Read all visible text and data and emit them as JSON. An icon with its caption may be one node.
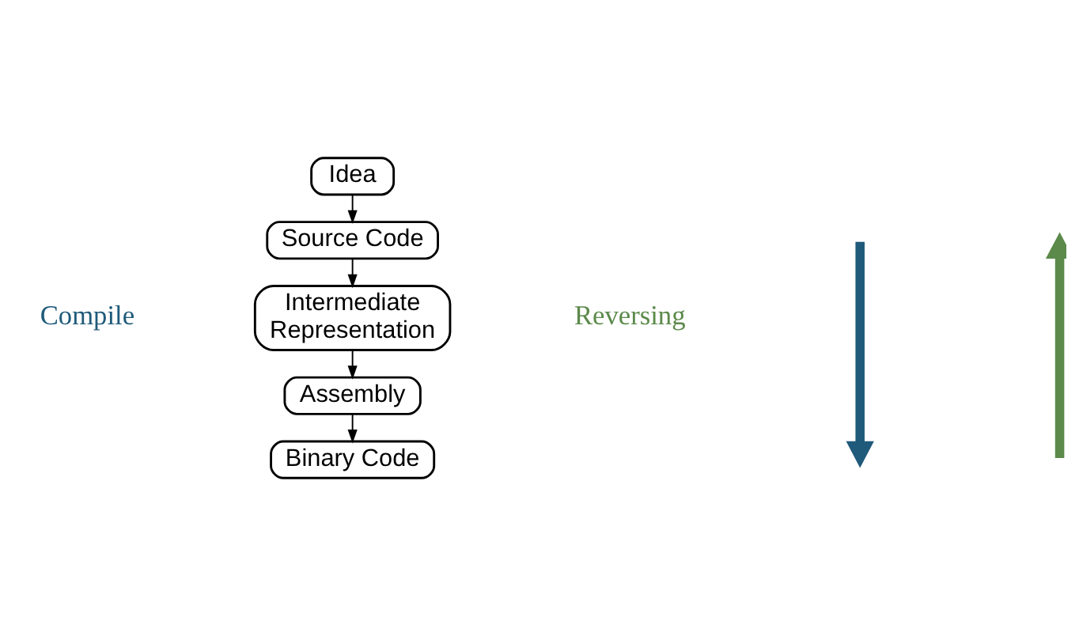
{
  "diagram": {
    "nodes": [
      {
        "text": [
          "Idea"
        ]
      },
      {
        "text": [
          "Source Code"
        ]
      },
      {
        "text": [
          "Intermediate Representation"
        ]
      },
      {
        "text": [
          "Assembly"
        ]
      },
      {
        "text": [
          "Binary Code"
        ]
      }
    ],
    "edges": [
      {
        "from": 0,
        "to": 1,
        "arrow": "to"
      },
      {
        "from": 1,
        "to": 2,
        "arrow": "to"
      },
      {
        "from": 2,
        "to": 3,
        "arrow": "to"
      },
      {
        "from": 3,
        "to": 4,
        "arrow": "to"
      }
    ],
    "labels": [
      "Compile",
      "Reversing"
    ]
  }
}
